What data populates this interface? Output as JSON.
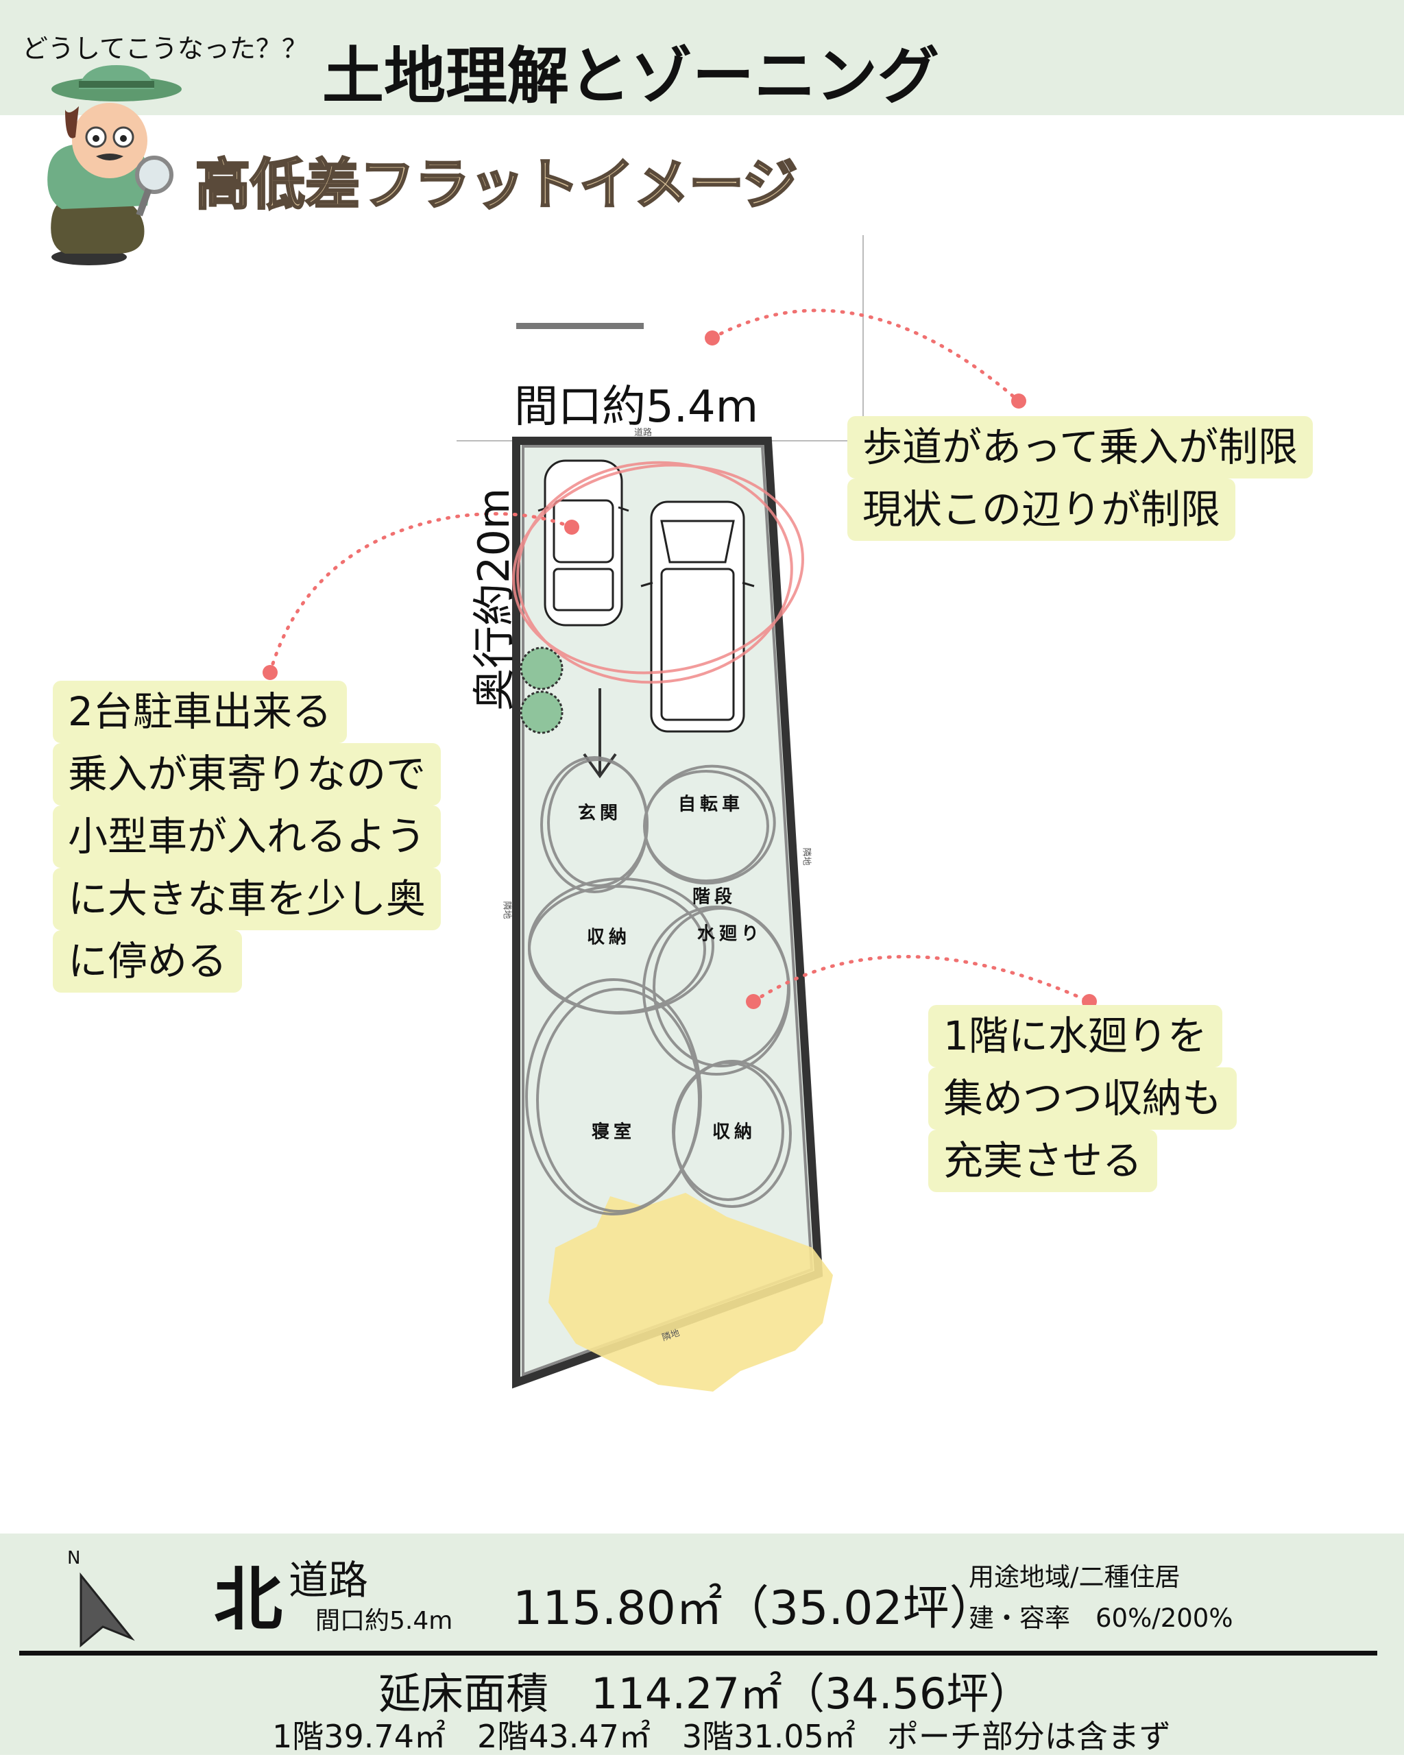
{
  "header": {
    "kicker": "どうしてこうなった？？",
    "title": "土地理解とゾーニング",
    "subtitle": "高低差フラットイメージ"
  },
  "plan": {
    "frontage": "間口約5.4m",
    "depth": "奥行約20m",
    "road_label": "道路",
    "neighbor_label": "隣地",
    "rooms": {
      "entrance": "玄関",
      "bicycle": "自転車",
      "stairs": "階段",
      "water": "水廻り",
      "storage1": "収納",
      "bedroom": "寝室",
      "storage2": "収納"
    }
  },
  "callouts": {
    "sidewalk": [
      "歩道があって乗入が制限",
      "現状この辺りが制限"
    ],
    "parking": [
      "2台駐車出来る",
      "乗入が東寄りなので",
      "小型車が入れるよう",
      "に大きな車を少し奥",
      "に停める"
    ],
    "water": [
      "1階に水廻りを",
      "集めつつ収納も",
      "充実させる"
    ]
  },
  "footer": {
    "compass_label": "N",
    "direction": "北",
    "road": "道路",
    "frontage": "間口約5.4m",
    "site_area": "115.80㎡（35.02坪）",
    "zoning": "用途地域/二種住居",
    "ratios": "建・容率　60%/200%",
    "floor_area": "延床面積　114.27㎡（34.56坪）",
    "floor_breakdown": "1階39.74㎡　2階43.47㎡　3階31.05㎡　ポーチ部分は含まず"
  },
  "colors": {
    "band": "#e4eee2",
    "highlight": "#f2f5c4",
    "accent_red": "#f07070",
    "site_fill": "#e6efe8",
    "subtitle": "#d9c29a"
  }
}
